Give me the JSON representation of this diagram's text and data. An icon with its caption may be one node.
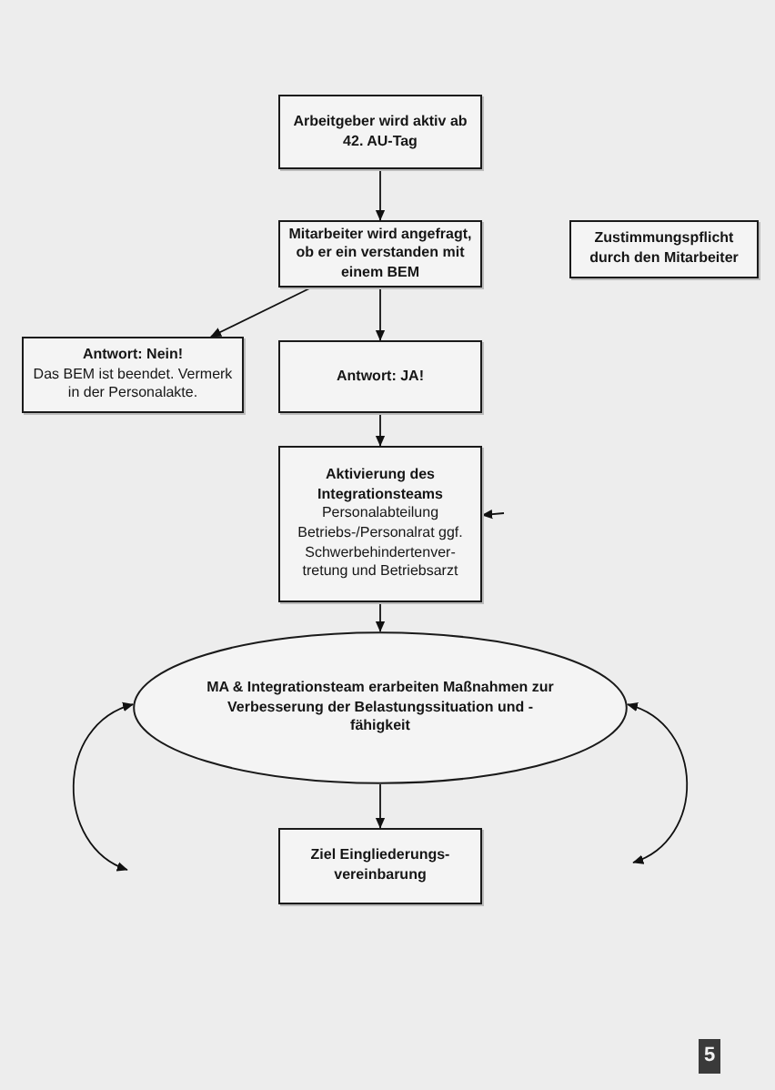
{
  "diagram": {
    "nodes": [
      {
        "text": [
          "Arbeitgeber wird aktiv ab 42. AU-Tag"
        ]
      },
      {
        "text": [
          "Mitarbeiter wird angefragt, ob er ein verstanden mit einem BEM"
        ]
      },
      {
        "text": [
          "Zustimmungspflicht durch den Mitarbeiter"
        ]
      },
      {
        "text": [
          "Antwort: Nein!",
          "Das BEM ist beendet. Vermerk in der Personalakte."
        ]
      },
      {
        "text": [
          "Antwort: JA!"
        ]
      },
      {
        "text": [
          "Aktivierung des Integrationsteams",
          "Personalabteilung Betriebs-/Personalrat ggf. Schwerbehindertenver- tretung und Betriebsarzt"
        ]
      },
      {
        "text": [
          "MA & Integrationsteam erarbeiten Maßnahmen zur Verbesserung der Belastungssituation und -fähigkeit"
        ]
      },
      {
        "text": [
          "Ziel Eingliederungs- vereinbarung"
        ]
      }
    ],
    "edges": [
      {
        "from": 0,
        "to": 1,
        "arrow": "to"
      },
      {
        "from": 1,
        "to": 3,
        "arrow": "to"
      },
      {
        "from": 1,
        "to": 4,
        "arrow": "to"
      },
      {
        "from": 4,
        "to": 5,
        "arrow": "to"
      },
      {
        "from": null,
        "to": 5,
        "arrow": "to"
      },
      {
        "from": 5,
        "to": 6,
        "arrow": "to"
      },
      {
        "from": 6,
        "to": 7,
        "arrow": "to"
      },
      {
        "from": null,
        "to": 6,
        "arrow": "both"
      },
      {
        "from": null,
        "to": 6,
        "arrow": "both"
      }
    ],
    "labels": [
      "5"
    ]
  }
}
